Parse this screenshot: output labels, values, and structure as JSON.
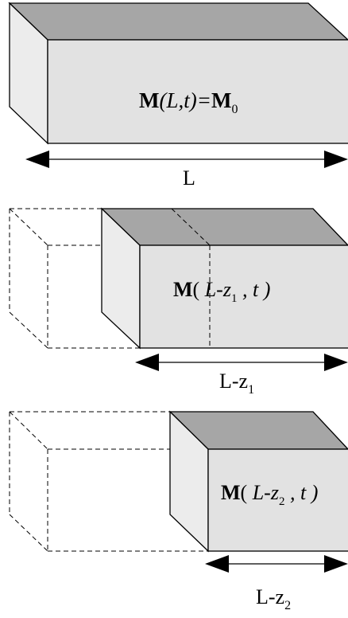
{
  "panels": [
    {
      "block_label": {
        "bold_part": "M",
        "args": "(L,t)=",
        "rhs_bold": "M",
        "rhs_sub": "0"
      },
      "dimension": {
        "main": "L",
        "sub": ""
      }
    },
    {
      "block_label": {
        "bold_part": "M",
        "args_pre": "( ",
        "var": "L-z",
        "sub": "1",
        "args_post": " , t )"
      },
      "dimension": {
        "main": "L-z",
        "sub": "1"
      }
    },
    {
      "block_label": {
        "bold_part": "M",
        "args_pre": "( ",
        "var": "L-z",
        "sub": "2",
        "args_post": " , t )"
      },
      "dimension": {
        "main": "L-z",
        "sub": "2"
      }
    }
  ],
  "colors": {
    "top_face": "#a6a6a6",
    "side_face": "#ececec",
    "front_face": "#e2e2e2",
    "outline": "#000000"
  }
}
